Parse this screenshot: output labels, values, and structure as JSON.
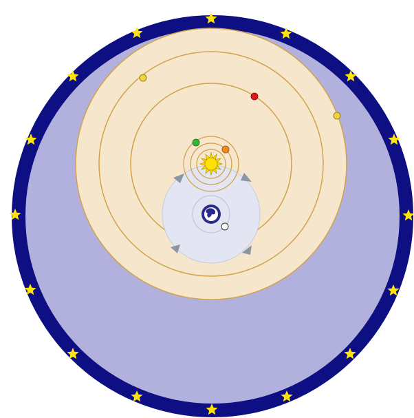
{
  "colors": {
    "outer_ring": "#0d0f82",
    "sky": "#b2b1dd",
    "sun_sphere": "#f5e6cc",
    "orbit_line": "#d1a24a",
    "earth_sphere": "#e3e6f2",
    "arrow": "#8a96a3",
    "star": "#ffe40a",
    "sun_fill": "#ffe000",
    "earth_blue": "#2a2a8a"
  },
  "planets": [
    {
      "name": "mercury",
      "color": "#33b533"
    },
    {
      "name": "venus",
      "color": "#f08a1e"
    },
    {
      "name": "mars",
      "color": "#e01818"
    },
    {
      "name": "jupiter",
      "color": "#f2d23a"
    },
    {
      "name": "saturn",
      "color": "#f2d23a"
    }
  ],
  "moon": {
    "name": "moon",
    "color": "#ffffff"
  },
  "icons": [
    "star-icon",
    "sun-icon",
    "earth-icon",
    "orbit-direction-arrow-icon"
  ]
}
